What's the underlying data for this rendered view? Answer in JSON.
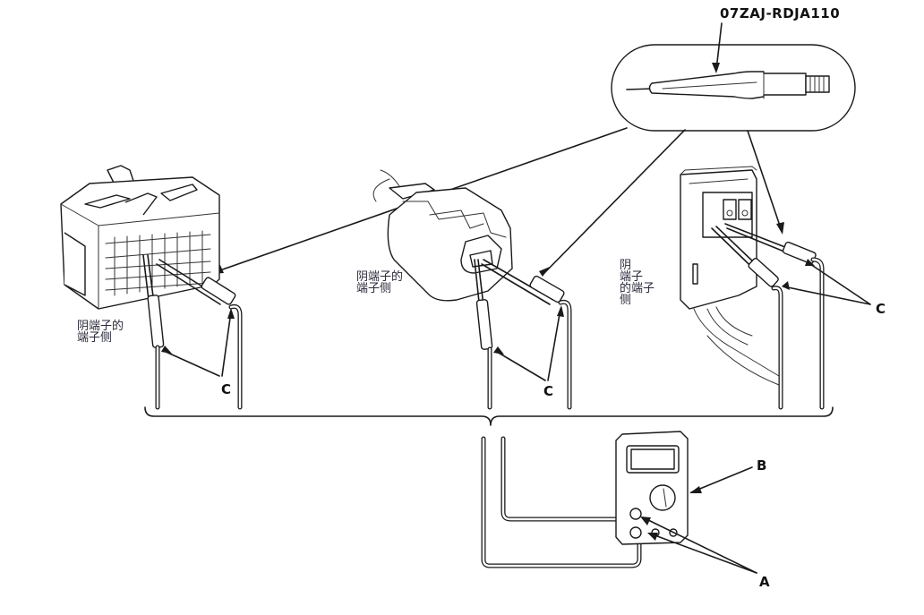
{
  "diagram": {
    "title": "Terminal probe connection diagram",
    "tool": {
      "part_number": "07ZAJ-RDJA110",
      "icon": "test-probe-icon"
    },
    "connectors": [
      {
        "id": "connector-left",
        "label_line1": "阴端子的",
        "label_line2": "端子侧",
        "lead_callout": "C"
      },
      {
        "id": "connector-middle",
        "label_line1": "阴端子的",
        "label_line2": "端子侧",
        "lead_callout": "C"
      },
      {
        "id": "connector-right",
        "label_vertical": [
          "阴",
          "端子",
          "的端子",
          "侧"
        ],
        "lead_callout": "C"
      }
    ],
    "meter": {
      "callout": "B",
      "terminals_callout": "A",
      "icon": "multimeter-icon"
    },
    "colors": {
      "line": "#1a1a1a",
      "text": "#111111",
      "background": "#ffffff"
    }
  }
}
